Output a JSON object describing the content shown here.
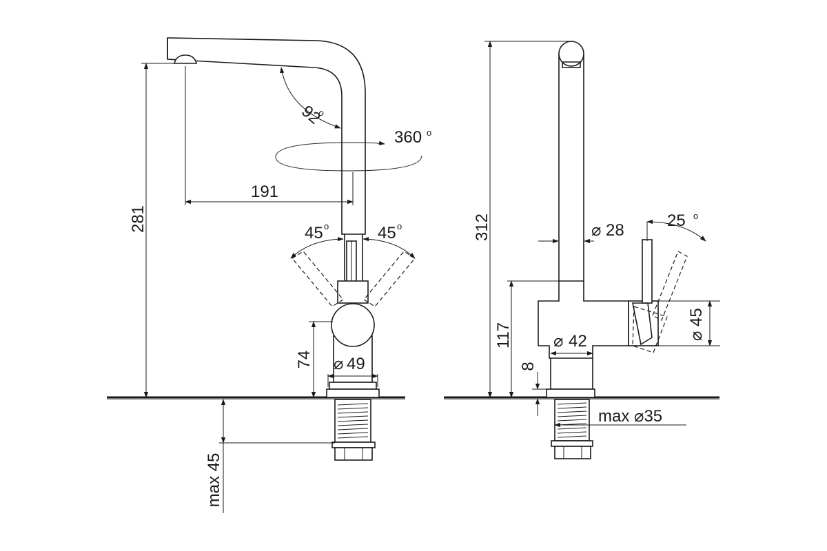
{
  "front_view": {
    "spout_angle": "92",
    "rotation": "360",
    "reach": "191",
    "height": "281",
    "lever_angle_left": "45",
    "lever_angle_right": "45",
    "body_height": "74",
    "body_diameter": "49",
    "underside_length": "max 45"
  },
  "side_view": {
    "height": "312",
    "spout_diameter": "28",
    "lever_angle": "25",
    "body_height": "117",
    "handle_diameter": "45",
    "base_diameter": "42",
    "base_height": "8",
    "thread_diameter": "max 35"
  },
  "symbols": {
    "diameter": "⌀",
    "degree": "o"
  }
}
